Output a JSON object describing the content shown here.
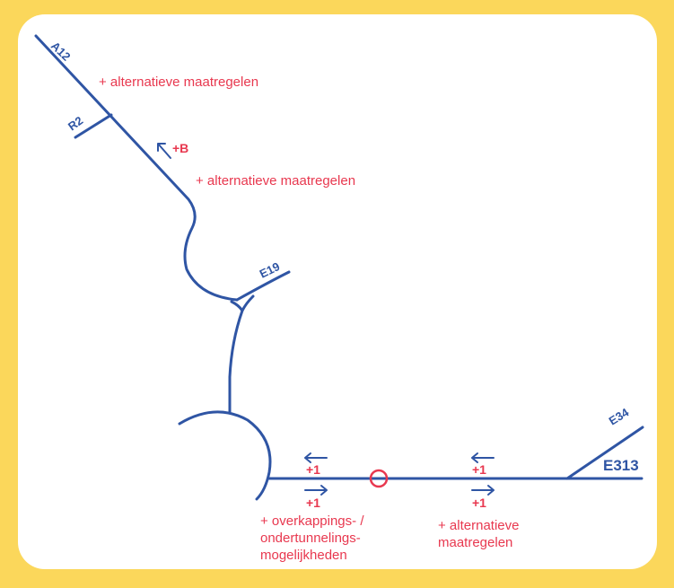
{
  "roads": {
    "a12": "A12",
    "r2": "R2",
    "e19": "E19",
    "e34": "E34",
    "e313": "E313"
  },
  "annotations": {
    "alt_measures_top": "+ alternatieve maatregelen",
    "plus_b": "+B",
    "alt_measures_mid": "+ alternatieve maatregelen",
    "plus1_left_top": "+1",
    "plus1_left_bottom": "+1",
    "plus1_right_top": "+1",
    "plus1_right_bottom": "+1",
    "overkapping_line1": "+ overkappings- /",
    "overkapping_line2": "ondertunnelings-",
    "overkapping_line3": "mogelijkheden",
    "alt_measures_bottom_line1": "+ alternatieve",
    "alt_measures_bottom_line2": "maatregelen"
  },
  "colors": {
    "background": "#fbd75b",
    "card": "#ffffff",
    "road": "#2f55a4",
    "annotation": "#e8384f"
  }
}
